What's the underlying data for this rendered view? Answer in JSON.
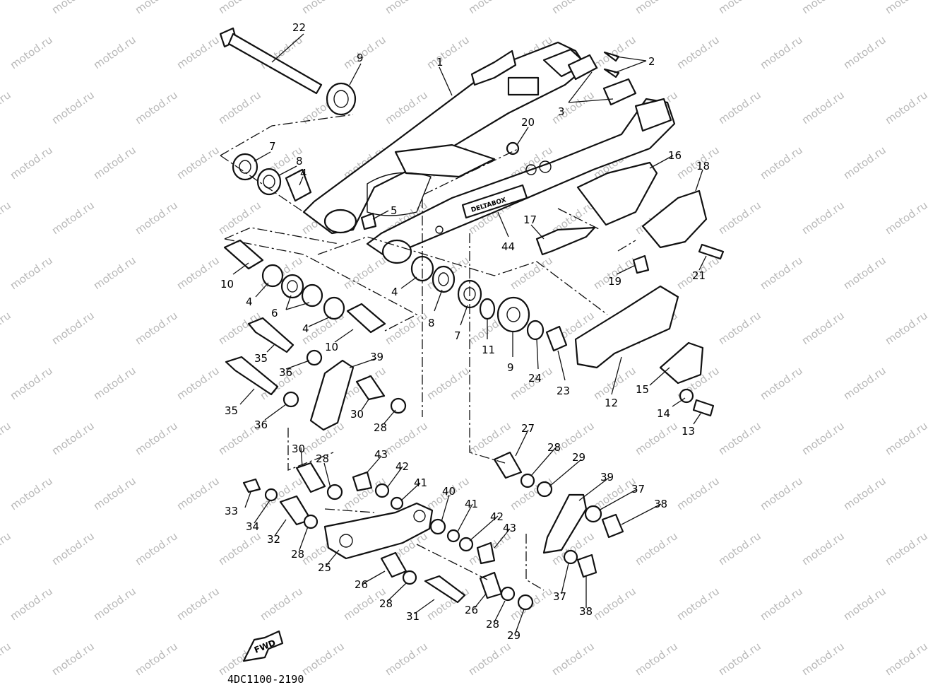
{
  "watermark": "motod.ru",
  "diagram_code": "4DC1100-2190",
  "fwd_label": "FWD",
  "decal_text": "DELTABOX",
  "callouts": [
    "1",
    "2",
    "3",
    "4",
    "5",
    "6",
    "7",
    "8",
    "9",
    "10",
    "11",
    "12",
    "13",
    "14",
    "15",
    "16",
    "17",
    "18",
    "19",
    "20",
    "21",
    "22",
    "23",
    "24",
    "25",
    "26",
    "27",
    "28",
    "29",
    "30",
    "31",
    "32",
    "33",
    "34",
    "35",
    "36",
    "37",
    "38",
    "39",
    "40",
    "41",
    "42",
    "43",
    "44"
  ]
}
